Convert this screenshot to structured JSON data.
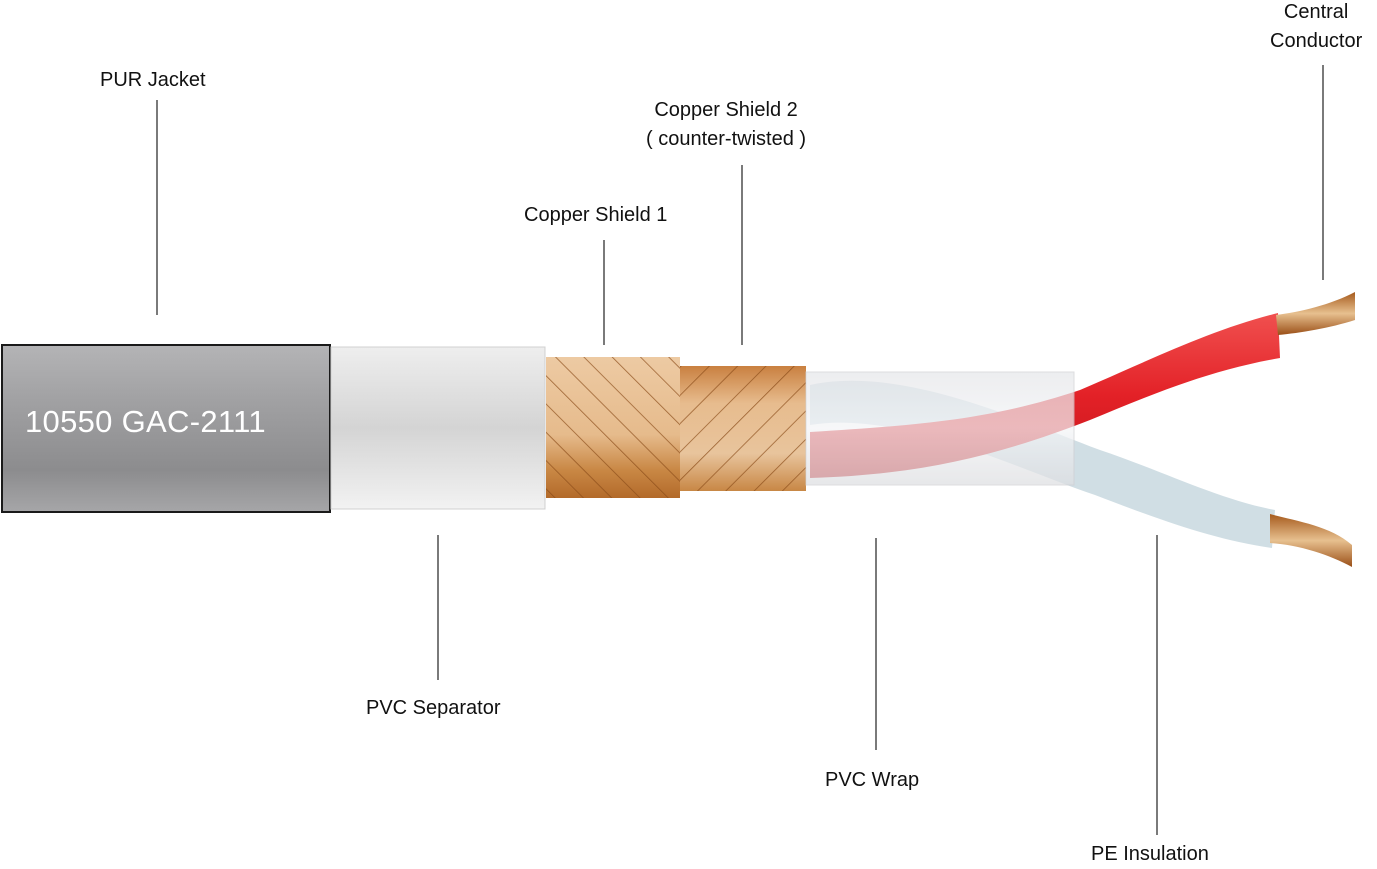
{
  "cable": {
    "jacket_marking": "10550 GAC-2111"
  },
  "labels": {
    "pur_jacket": "PUR Jacket",
    "pvc_separator": "PVC Separator",
    "copper_shield_1": "Copper Shield 1",
    "copper_shield_2_line1": "Copper Shield 2",
    "copper_shield_2_line2": "( counter-twisted )",
    "pvc_wrap": "PVC Wrap",
    "central_conductor_line1": "Central",
    "central_conductor_line2": "Conductor",
    "pe_insulation": "PE Insulation"
  },
  "colors": {
    "jacket": "#9a9a9c",
    "separator": "#e2e2e2",
    "copper": "#c8843f",
    "copper_light": "#e9c39a",
    "wrap": "#dcdde0",
    "red_wire": "#e8262b",
    "white_wire": "#cfdde3",
    "leader_line": "#333333"
  }
}
